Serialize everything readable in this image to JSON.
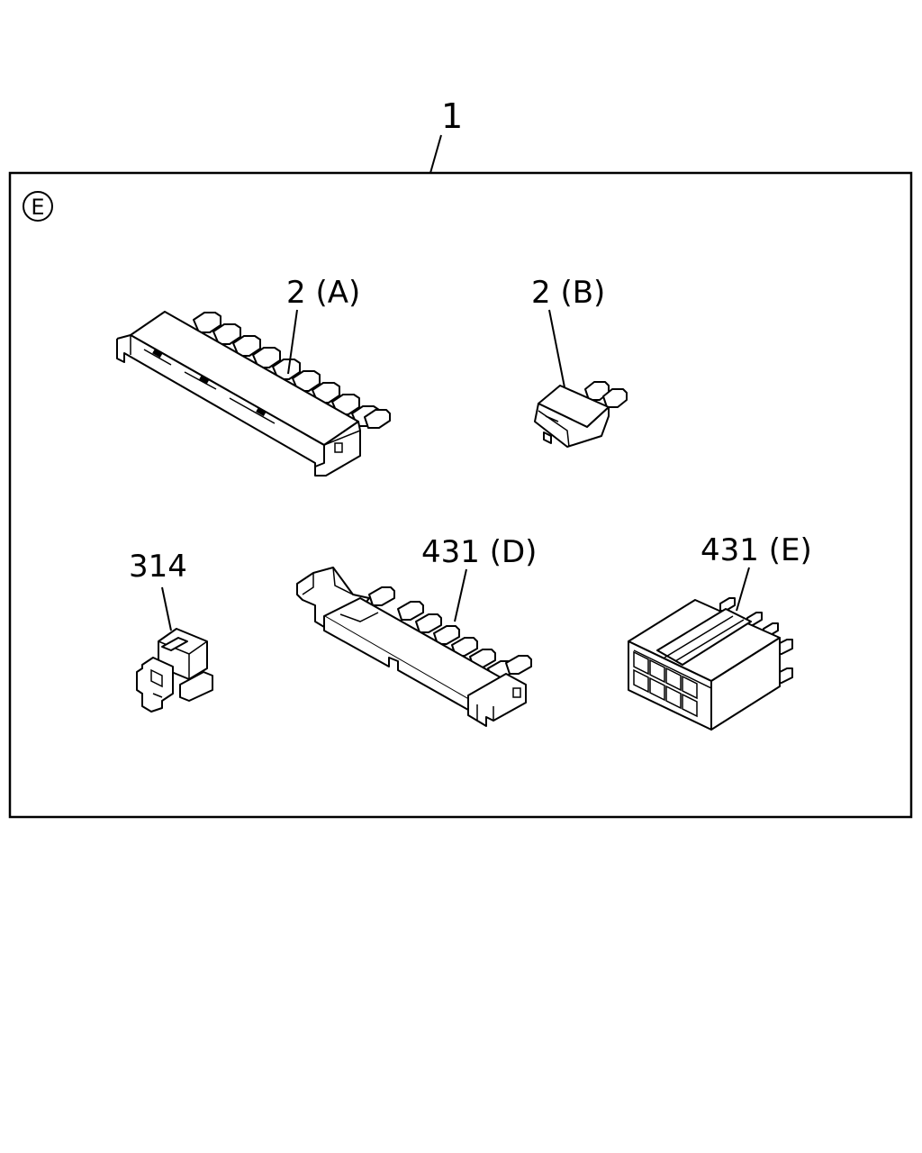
{
  "assembly": {
    "number": "1",
    "variant_badge": "E"
  },
  "parts": [
    {
      "id": "part-2a",
      "label": "2 (A)"
    },
    {
      "id": "part-2b",
      "label": "2 (B)"
    },
    {
      "id": "part-314",
      "label": "314"
    },
    {
      "id": "part-431d",
      "label": "431 (D)"
    },
    {
      "id": "part-431e",
      "label": "431 (E)"
    }
  ],
  "colors": {
    "ink": "#000000",
    "paper": "#ffffff"
  }
}
